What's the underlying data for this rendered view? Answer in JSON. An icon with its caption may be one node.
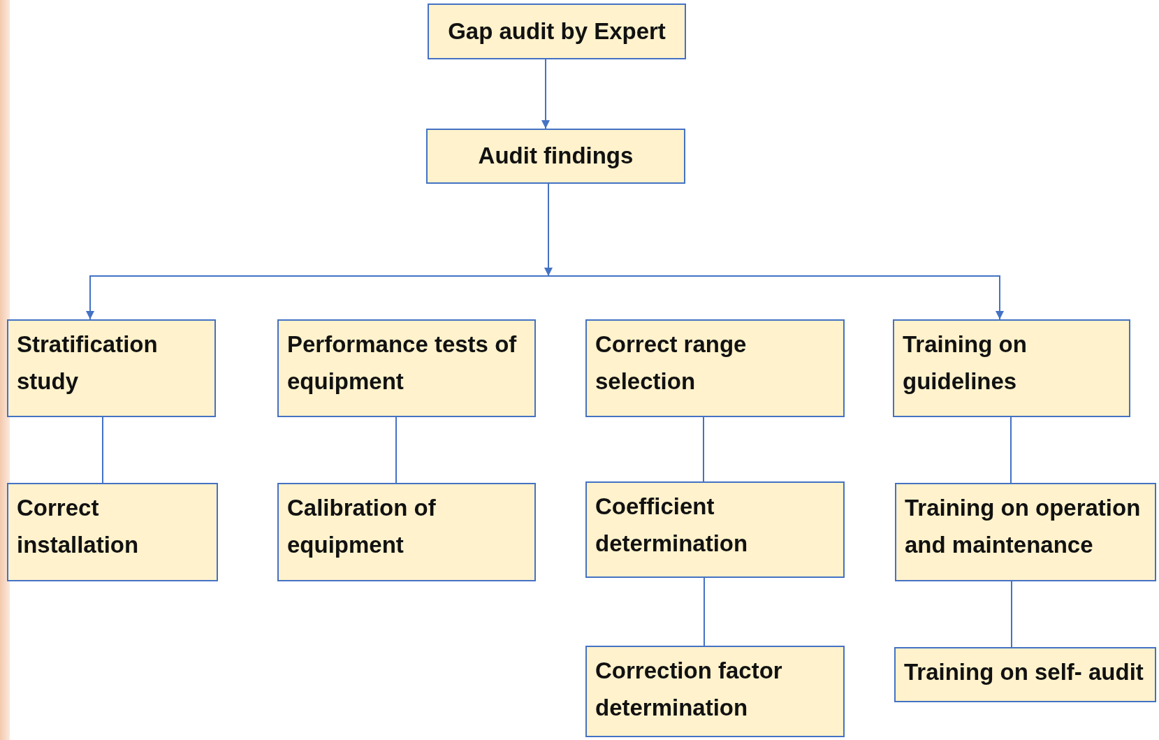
{
  "diagram": {
    "nodes": [
      {
        "text": [
          "Gap audit by Expert"
        ]
      },
      {
        "text": [
          "Audit findings"
        ]
      },
      {
        "text": [
          "Stratification study"
        ]
      },
      {
        "text": [
          "Performance tests of equipment"
        ]
      },
      {
        "text": [
          "Correct range selection"
        ]
      },
      {
        "text": [
          "Training on guidelines"
        ]
      },
      {
        "text": [
          "Correct installation"
        ]
      },
      {
        "text": [
          "Calibration of equipment"
        ]
      },
      {
        "text": [
          "Coefficient determination"
        ]
      },
      {
        "text": [
          "Training on operation and maintenance"
        ]
      },
      {
        "text": [
          "Correction factor determination"
        ]
      },
      {
        "text": [
          "Training on self- audit"
        ]
      }
    ],
    "edges": [
      {
        "from": 0,
        "to": 1,
        "arrow": "to"
      },
      {
        "from": 1,
        "to": 2,
        "arrow": "to"
      },
      {
        "from": 1,
        "to": 5,
        "arrow": "to"
      },
      {
        "from": 2,
        "to": 6,
        "arrow": "none"
      },
      {
        "from": 3,
        "to": 7,
        "arrow": "none"
      },
      {
        "from": 4,
        "to": 8,
        "arrow": "none"
      },
      {
        "from": 5,
        "to": 9,
        "arrow": "none"
      },
      {
        "from": 8,
        "to": 10,
        "arrow": "none"
      },
      {
        "from": 9,
        "to": 11,
        "arrow": "none"
      }
    ]
  }
}
